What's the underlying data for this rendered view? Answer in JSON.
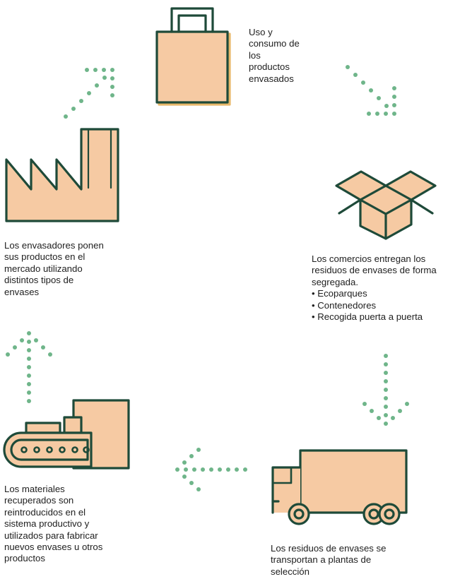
{
  "steps": [
    {
      "id": "use",
      "caption": "Uso y consumo de los productos envasados",
      "icon": "shopping-bag-icon"
    },
    {
      "id": "shops",
      "caption": "Los comercios entregan los residuos de envases de forma segregada.",
      "items": [
        "Ecoparques",
        "Contenedores",
        "Recogida puerta a puerta"
      ],
      "icon": "open-box-icon"
    },
    {
      "id": "transport",
      "caption": "Los residuos de envases se transportan a plantas de selección",
      "icon": "truck-icon"
    },
    {
      "id": "recovery",
      "caption": "Los materiales recuperados son reintroducidos en el sistema productivo y utilizados para fabricar nuevos envases u otros productos",
      "icon": "conveyor-machine-icon"
    },
    {
      "id": "packers",
      "caption": "Los envasadores ponen sus productos en el mercado utilizando distintos tipos de envases",
      "icon": "factory-icon"
    }
  ],
  "colors": {
    "fill": "#f6caa3",
    "stroke": "#1e4a39",
    "accent": "#e8b86a",
    "arrow_dots": "#6fb58a"
  }
}
